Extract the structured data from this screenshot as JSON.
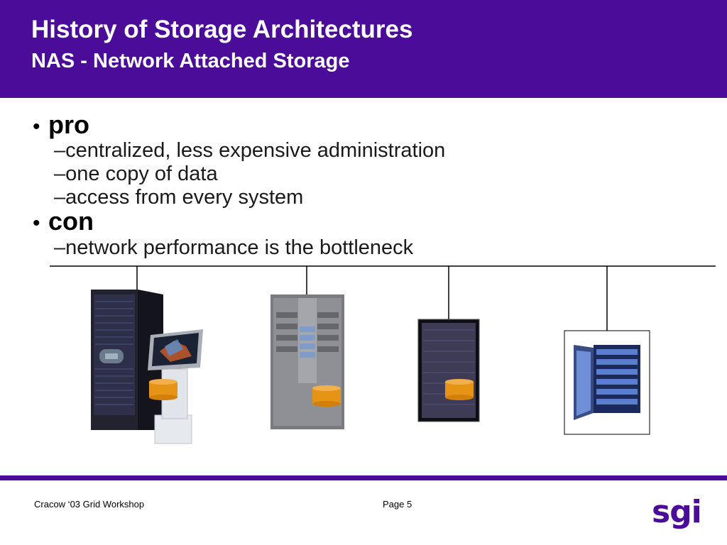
{
  "slide": {
    "title": "History of Storage Architectures",
    "subtitle": "NAS - Network Attached Storage"
  },
  "content": {
    "pro": {
      "bullet": "•",
      "label": "pro",
      "items": [
        "–centralized, less expensive administration",
        "–one copy of data",
        "–access from every system"
      ]
    },
    "con": {
      "bullet": "•",
      "label": "con",
      "items": [
        "–network performance is the bottleneck"
      ]
    }
  },
  "footer": {
    "left": "Cracow ‘03 Grid Workshop",
    "page": "Page 5",
    "logo": "sgi"
  },
  "colors": {
    "brand_purple": "#4b0c99",
    "storage_orange": "#e69416"
  }
}
